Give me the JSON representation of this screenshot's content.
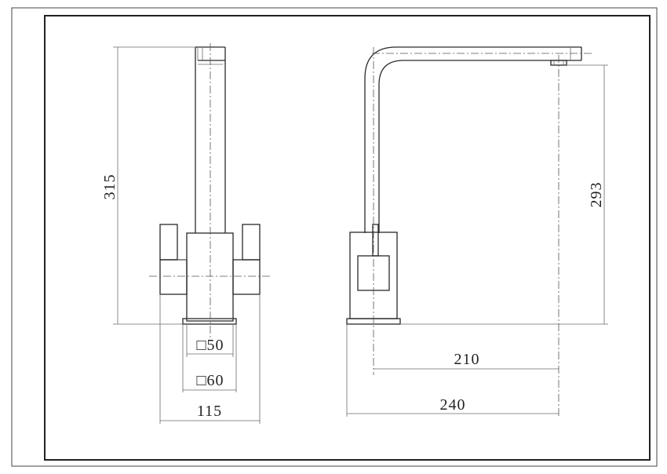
{
  "dimensions": {
    "overall_height": "315",
    "spout_height": "293",
    "base_square_inner": "□50",
    "base_square_outer": "□60",
    "handle_span": "115",
    "spout_reach": "210",
    "overall_depth": "240"
  },
  "colors": {
    "line": "#2a2a2a",
    "dimension_line": "#6a6a6a",
    "border": "#333333",
    "background": "#ffffff"
  }
}
